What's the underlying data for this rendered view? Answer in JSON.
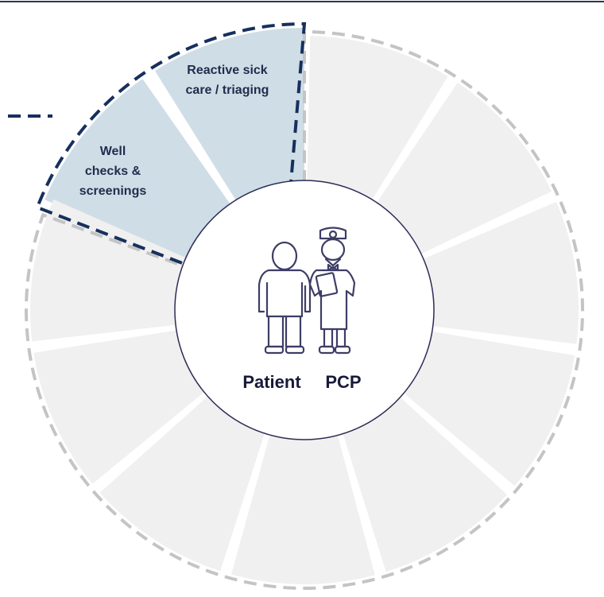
{
  "colors": {
    "highlight_fill": "#cfdde6",
    "segment_fill": "#f0f0f0",
    "highlight_dash": "#16305e",
    "outer_dash": "#c4c4c4",
    "center_stroke": "#2b2b55",
    "icon_stroke": "#3d3d66"
  },
  "segments": [
    {
      "label": "Reactive sick care / triaging",
      "highlighted": true
    },
    {
      "label": "Well checks & screenings",
      "highlighted": true
    },
    {
      "label": "",
      "highlighted": false
    },
    {
      "label": "",
      "highlighted": false
    },
    {
      "label": "",
      "highlighted": false
    },
    {
      "label": "",
      "highlighted": false
    },
    {
      "label": "",
      "highlighted": false
    },
    {
      "label": "",
      "highlighted": false
    },
    {
      "label": "",
      "highlighted": false
    },
    {
      "label": "",
      "highlighted": false
    },
    {
      "label": "",
      "highlighted": false
    }
  ],
  "labels": {
    "reactive": [
      "Reactive sick",
      "care / triaging"
    ],
    "well": [
      "Well",
      "checks &",
      "screenings"
    ]
  },
  "center": {
    "patient_label": "Patient",
    "pcp_label": "PCP",
    "icon": "patient-and-doctor-icon"
  }
}
